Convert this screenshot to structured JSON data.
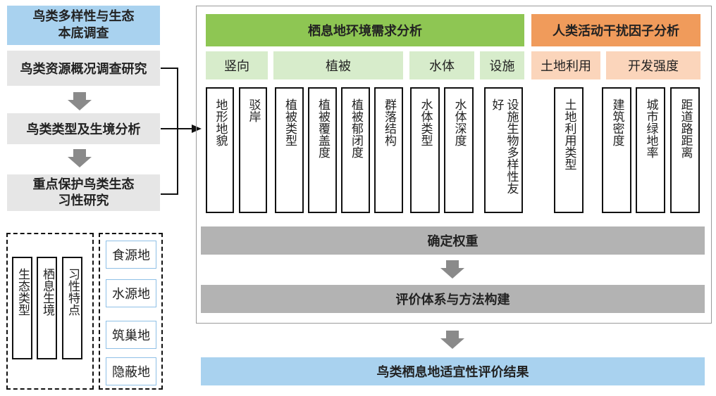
{
  "left_panel": {
    "survey_title": "鸟类多样性与生态\n本底调查",
    "steps": [
      "鸟类资源概况调查研究",
      "鸟类类型及生境分析",
      "重点保护鸟类生态\n习性研究"
    ]
  },
  "legend": {
    "bird_attributes": [
      "生态类型",
      "栖息生境",
      "习性特点"
    ],
    "habitat_types": [
      "食源地",
      "水源地",
      "筑巢地",
      "隐蔽地"
    ]
  },
  "main": {
    "habitat_header": "栖息地环境需求分析",
    "human_header": "人类活动干扰因子分析",
    "habitat_categories": [
      "竖向",
      "植被",
      "水体",
      "设施"
    ],
    "human_categories": [
      "土地利用",
      "开发强度"
    ],
    "factors": {
      "vertical": [
        "地形地貌",
        "驳岸"
      ],
      "vegetation": [
        "植被类型",
        "植被覆盖度",
        "植被郁闭度",
        "群落结构"
      ],
      "water": [
        "水体类型",
        "水体深度"
      ],
      "facility": [
        "设施生物多样性友好"
      ],
      "land_use": [
        "土地利用类型"
      ],
      "intensity": [
        "建筑密度",
        "城市绿地率",
        "距道路距离"
      ]
    },
    "steps": [
      "确定权重",
      "评价体系与方法构建"
    ],
    "result": "鸟类栖息地适宜性评价结果"
  },
  "colors": {
    "blue": "#a9d2ef",
    "grey_light": "#e6e6e6",
    "grey_dark": "#b3b3b3",
    "green": "#8ec653",
    "green_light": "#d7eccb",
    "orange": "#f09b5b",
    "orange_light": "#fbd5bb"
  }
}
